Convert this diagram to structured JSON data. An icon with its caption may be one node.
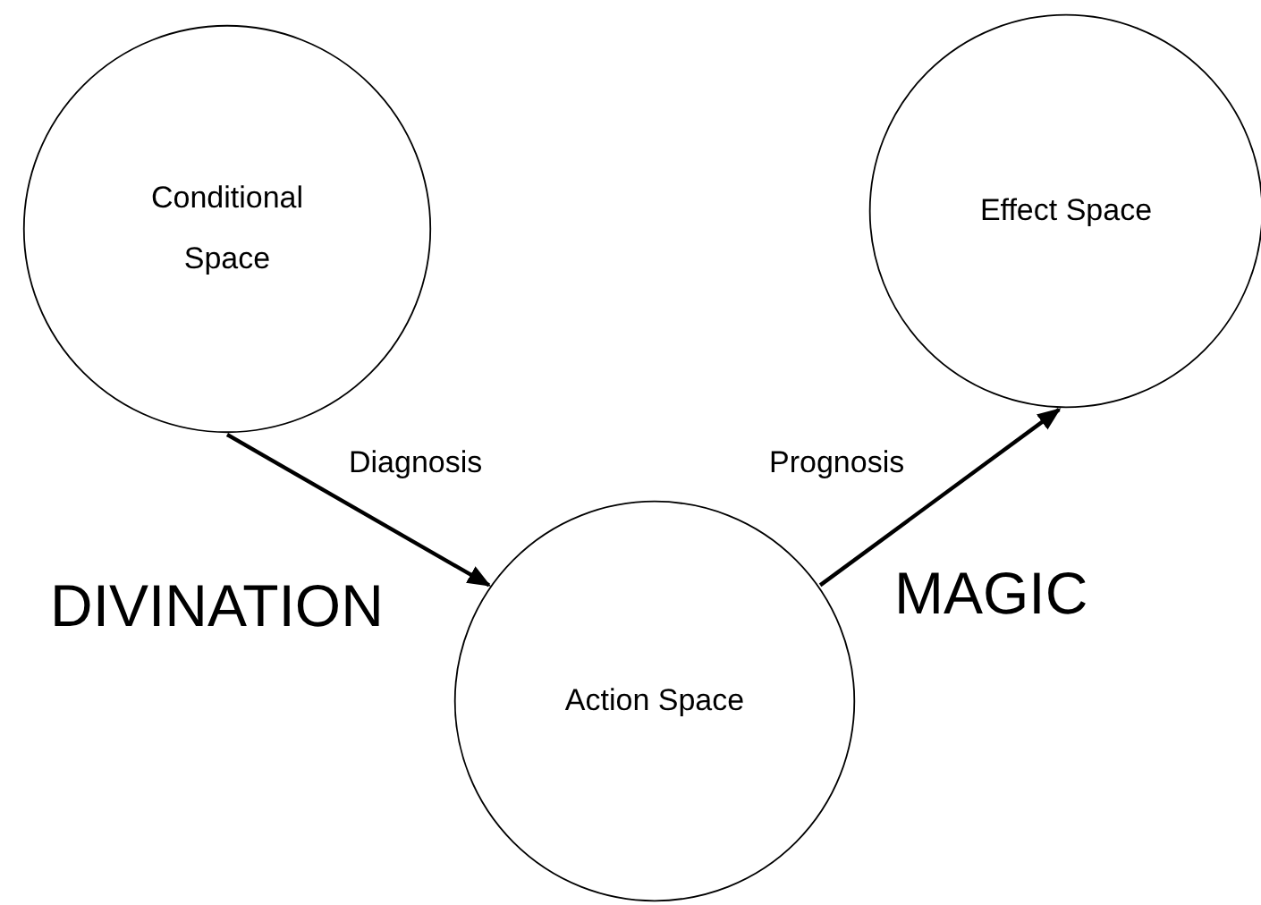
{
  "diagram": {
    "nodes": [
      {
        "text": [
          "Conditional Space"
        ]
      },
      {
        "text": [
          "Effect Space"
        ]
      },
      {
        "text": [
          "Action Space"
        ]
      }
    ],
    "edges": [
      {
        "from": 0,
        "to": 2,
        "arrow": "to",
        "label": "Diagnosis"
      },
      {
        "from": 2,
        "to": 1,
        "arrow": "to",
        "label": "Prognosis"
      }
    ],
    "labels": [
      "DIVINATION",
      "MAGIC"
    ]
  }
}
